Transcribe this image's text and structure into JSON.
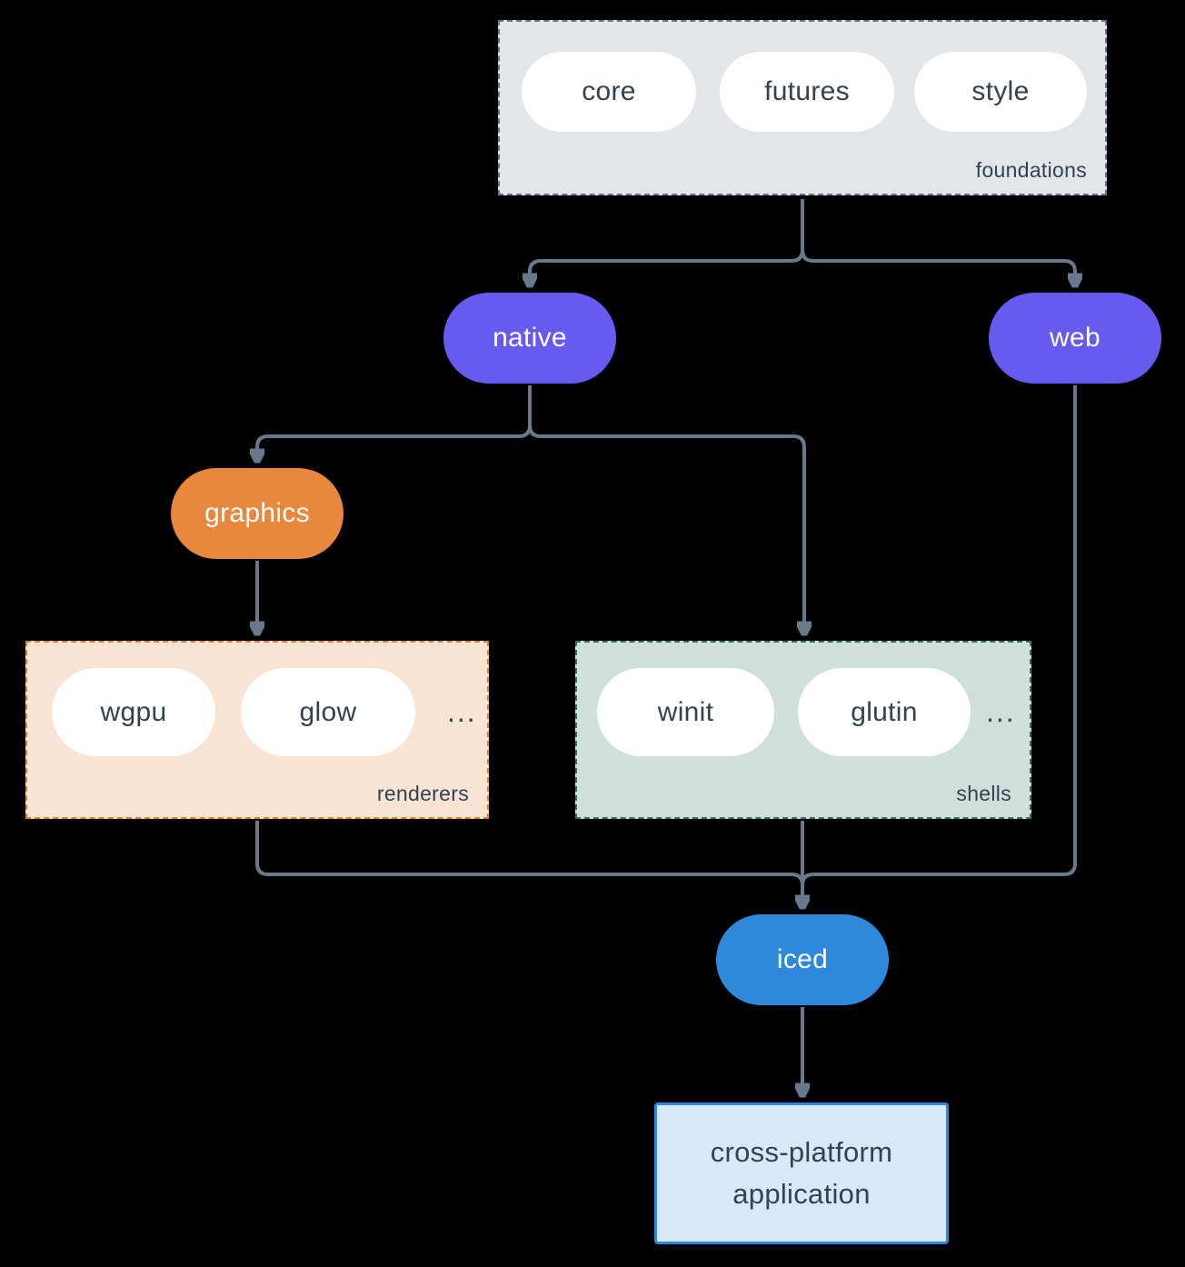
{
  "nodes": {
    "native": "native",
    "web": "web",
    "graphics": "graphics",
    "iced": "iced",
    "application": {
      "line1": "cross-platform",
      "line2": "application"
    }
  },
  "groups": {
    "foundations": {
      "label": "foundations",
      "items": [
        "core",
        "futures",
        "style"
      ]
    },
    "renderers": {
      "label": "renderers",
      "items": [
        "wgpu",
        "glow"
      ],
      "ellipsis": "..."
    },
    "shells": {
      "label": "shells",
      "items": [
        "winit",
        "glutin"
      ],
      "ellipsis": "..."
    }
  },
  "colors": {
    "background": "#000000",
    "connector": "#68798b",
    "node_text_dark": "#324250",
    "node_text_light": "#fdfdfe",
    "pill_white": "#ffffff",
    "pill_purple": "#665af0",
    "pill_orange": "#e8883c",
    "pill_blue": "#2e89dc",
    "foundations_fill": "#e2e6e9",
    "foundations_border": "#64748b",
    "renderers_fill": "#f9e3d3",
    "renderers_border": "#e0802f",
    "shells_fill": "#cfe0db",
    "shells_border": "#2f7265",
    "application_fill": "#d7e9f8",
    "application_border": "#3087de"
  }
}
